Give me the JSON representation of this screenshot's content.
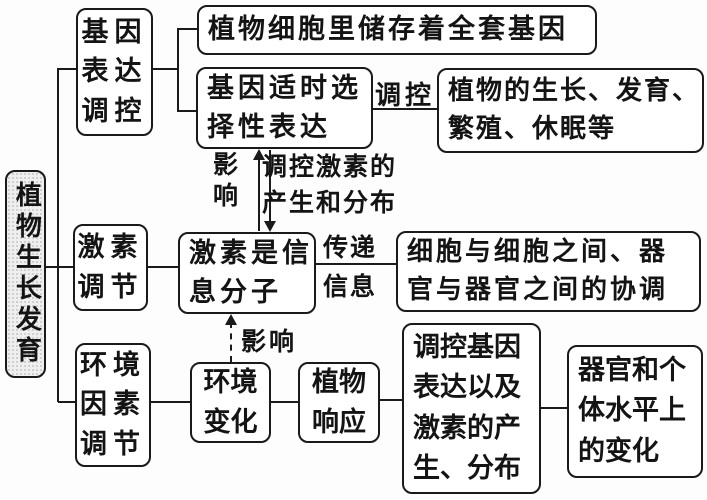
{
  "colors": {
    "ink": "#1a1a1a",
    "paper": "#ffffff",
    "root_fill": "#efefef"
  },
  "root": {
    "label": "植物生长发育"
  },
  "branches": {
    "gene": "基因\n表达\n调控",
    "hormone": "激素\n调节",
    "environment": "环境\n因素\n调节"
  },
  "nodes": {
    "gene_storage": "植物细胞里储存着全套基因",
    "gene_expression": "基因适时选\n择性表达",
    "growth_outcome": "植物的生长、发育、\n繁殖、休眠等",
    "hormone_signal": "激素是信\n息分子",
    "coordination": "细胞与细胞之间、器\n官与器官之间的协调",
    "env_change": "环境\n变化",
    "plant_response": "植物\n响应",
    "gene_hormone_regulation": "调控基因\n表达以及\n激素的产\n生、分布",
    "organ_individual_change": "器官和个\n体水平上\n的变化"
  },
  "edge_labels": {
    "regulate": "调控",
    "influence_vertical": "影响",
    "regulate_hormone_production": "调控激素的\n产生和分布",
    "transmit_info_top": "传递",
    "transmit_info_bottom": "信息",
    "influence_env": "影响"
  }
}
